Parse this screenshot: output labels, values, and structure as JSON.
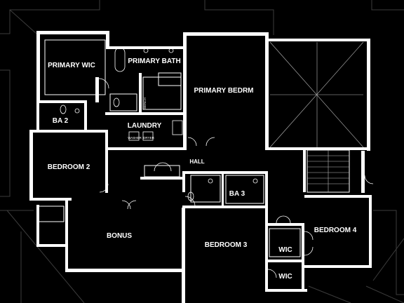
{
  "plan": {
    "rooms": {
      "primary_wic": "PRIMARY WIC",
      "primary_bath": "PRIMARY BATH",
      "primary_bedrm": "PRIMARY BEDRM",
      "ba2": "BA 2",
      "laundry": "LAUNDRY",
      "bedroom2": "BEDROOM 2",
      "hall": "HALL",
      "ba3": "BA 3",
      "bonus": "BONUS",
      "bedroom3": "BEDROOM 3",
      "bedroom4": "BEDROOM 4",
      "wic_upper": "WIC",
      "wic_lower": "WIC"
    },
    "fixtures": {
      "bench": "BENCH",
      "washer": "WASHER",
      "dryer": "DRYER"
    }
  },
  "colors": {
    "background": "#000000",
    "wall": "#ffffff",
    "roof_lines": "#3c3c3c"
  }
}
